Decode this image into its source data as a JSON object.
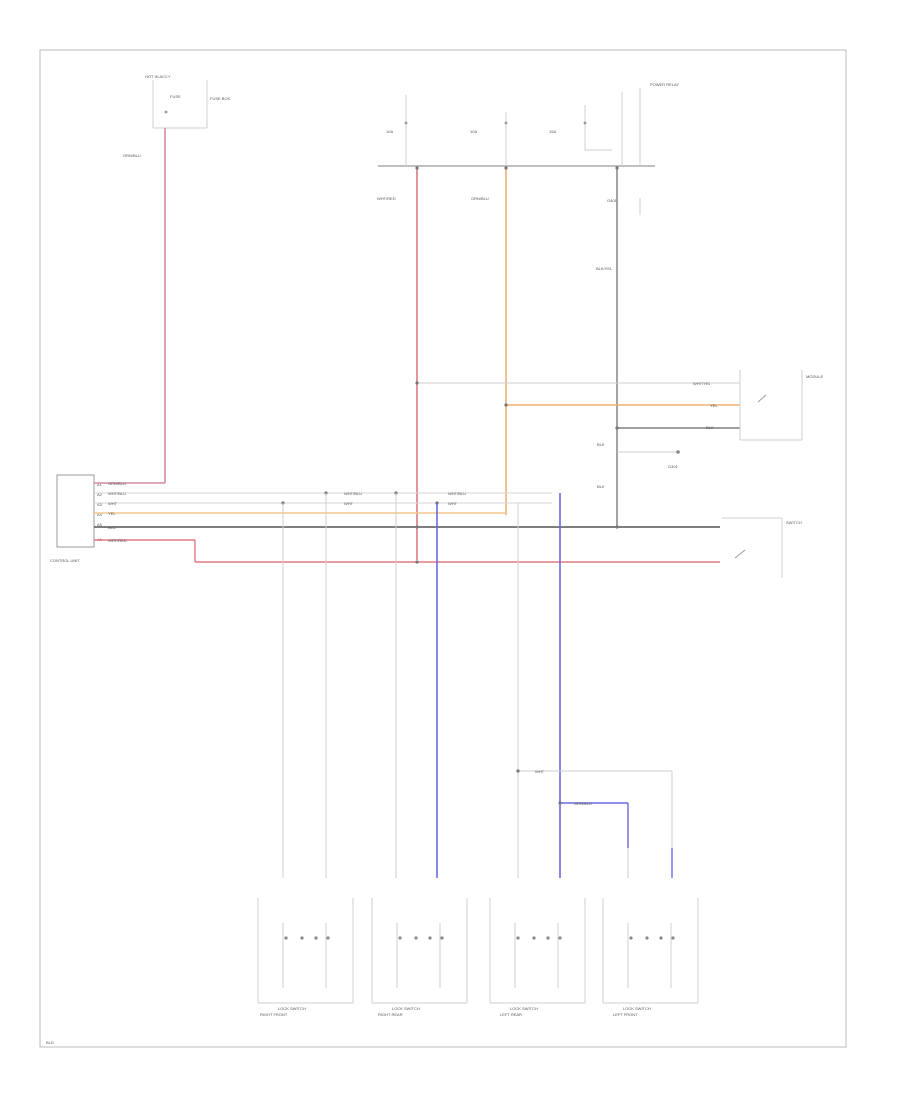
{
  "wire_colors": {
    "pink": "#d48aa8",
    "red": "#e07a84",
    "orange": "#f0b070",
    "blue": "#6a6ae0",
    "gray": "#c8c8c8",
    "dark": "#444444"
  },
  "labels": {
    "hot_in_accy": "HOT IN ACCY",
    "fuse_acc": "FUSE",
    "fuse_box": "FUSE BOX",
    "wire_top_left": "GRN/BLU",
    "fuse_a": "10A",
    "fuse_b": "10A",
    "fuse_c": "15A",
    "relay_group": "POWER RELAY",
    "ground_a": "G401",
    "wire_mid_red": "WHT/RED",
    "wire_mid_orange": "GRN/BLU",
    "wire_relay": "BLK/YEL",
    "wire_blk": "BLK",
    "wire_blk2": "BLK",
    "right_connector": "WHT/YEL",
    "wire_orange_right": "YEL",
    "wire_dark_right": "BLK",
    "ground_b": "G301",
    "right_module_top": "MODULE",
    "right_module_bottom": "SWITCH",
    "module_left": "CONTROL UNIT",
    "module_left_pin1": "A1",
    "module_left_pin2": "A2",
    "module_left_pin3": "A3",
    "module_left_pin4": "A4",
    "module_left_pin5": "A5",
    "module_left_pin6": "A6",
    "bus_label_1": "GRN/BLU",
    "bus_label_2": "WHT/BLU",
    "bus_label_3": "WHT",
    "bus_label_4": "YEL",
    "bus_label_5": "BLU",
    "bus_label_6": "WHT/RED",
    "mid_label_1": "WHT/BLU",
    "mid_label_2": "WHT",
    "mid_label_3": "WHT/BLU",
    "mid_label_4": "WHT",
    "wire_lower_1": "WHT",
    "wire_lower_2": "GRN/BLU",
    "switch_1": "RIGHT FRONT",
    "switch_2": "RIGHT REAR",
    "switch_3": "LEFT REAR",
    "switch_4": "LEFT FRONT",
    "switch_sub": "LOCK SWITCH",
    "page_code": "BLD"
  }
}
